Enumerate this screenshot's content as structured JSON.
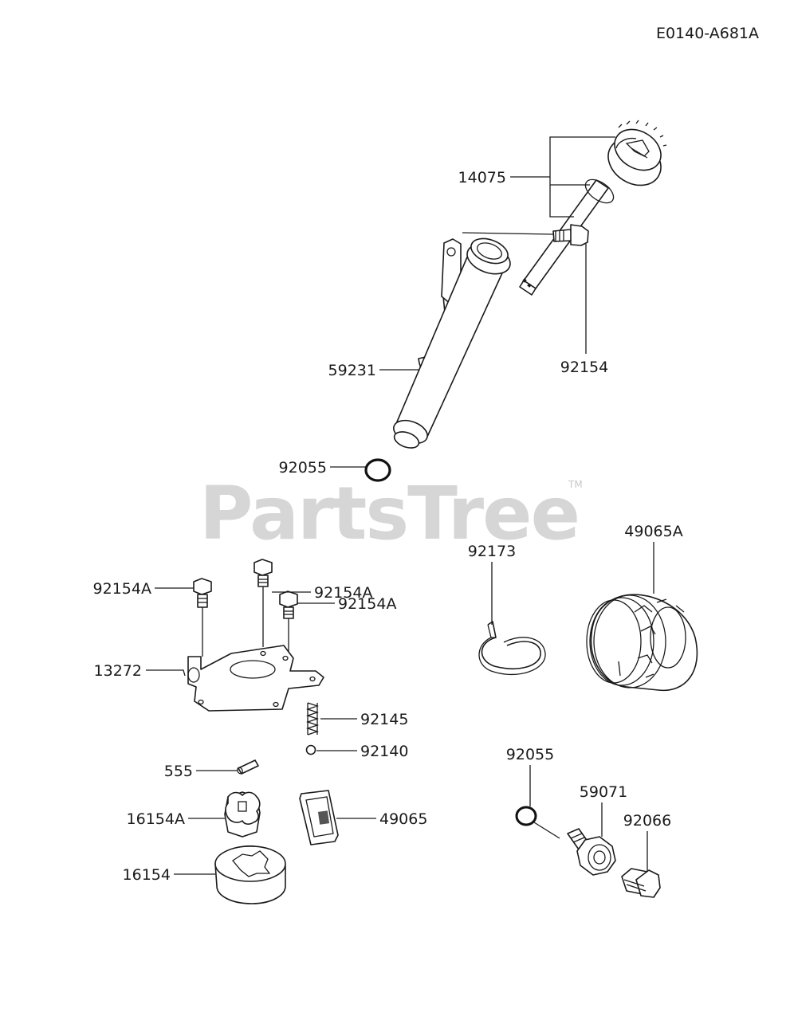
{
  "diagram_code": "E0140-A681A",
  "watermark": {
    "text": "PartsTree",
    "trademark": "TM"
  },
  "callouts": {
    "p14075": "14075",
    "p92154": "92154",
    "p59231": "59231",
    "p92055_top": "92055",
    "p92173": "92173",
    "p49065A": "49065A",
    "p92154A_1": "92154A",
    "p92154A_2": "92154A",
    "p92154A_3": "92154A",
    "p13272": "13272",
    "p92145": "92145",
    "p92140": "92140",
    "p555": "555",
    "p16154A": "16154A",
    "p49065": "49065",
    "p16154": "16154",
    "p92055_bottom": "92055",
    "p59071": "59071",
    "p92066": "92066"
  }
}
